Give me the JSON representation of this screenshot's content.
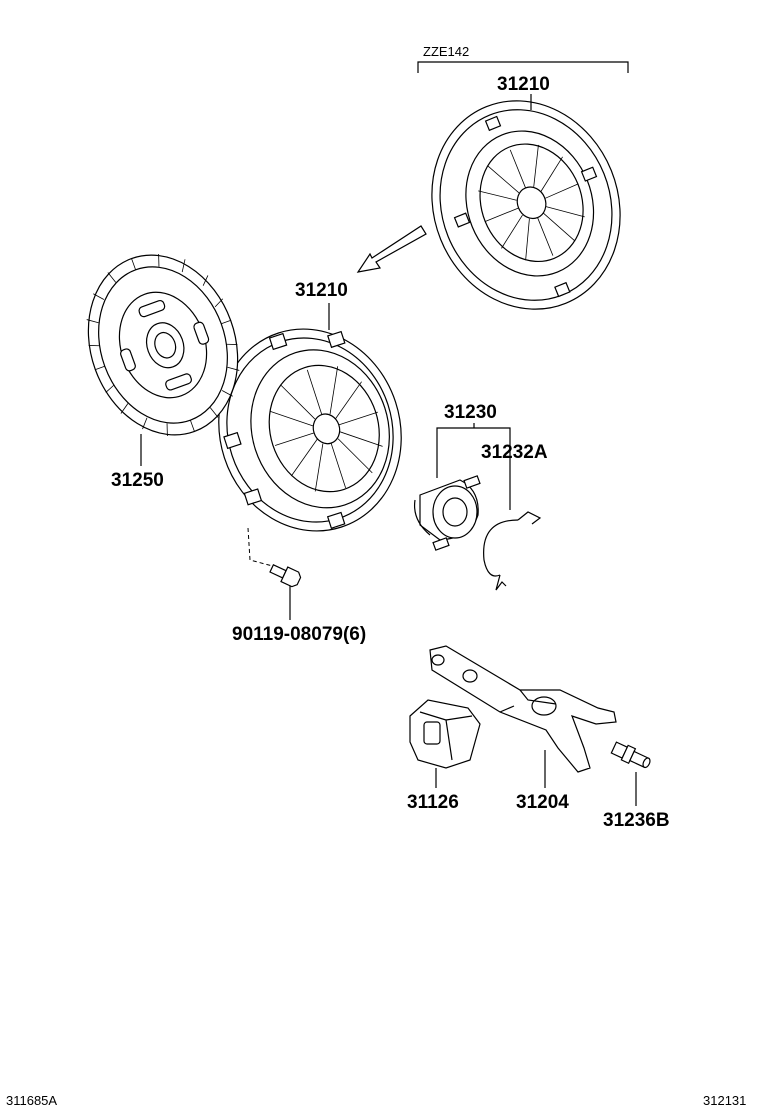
{
  "variant_label": "ZZE142",
  "parts": {
    "clutch_cover_top": "31210",
    "clutch_cover_main": "31210",
    "clutch_disc": "31250",
    "release_bearing_assy": "31230",
    "bearing_clip": "31232A",
    "cover_bolt": "90119-08079(6)",
    "fork_boot": "31126",
    "release_fork": "31204",
    "fork_support": "31236B"
  },
  "footer": {
    "left_code": "311685A",
    "right_code": "312131"
  }
}
